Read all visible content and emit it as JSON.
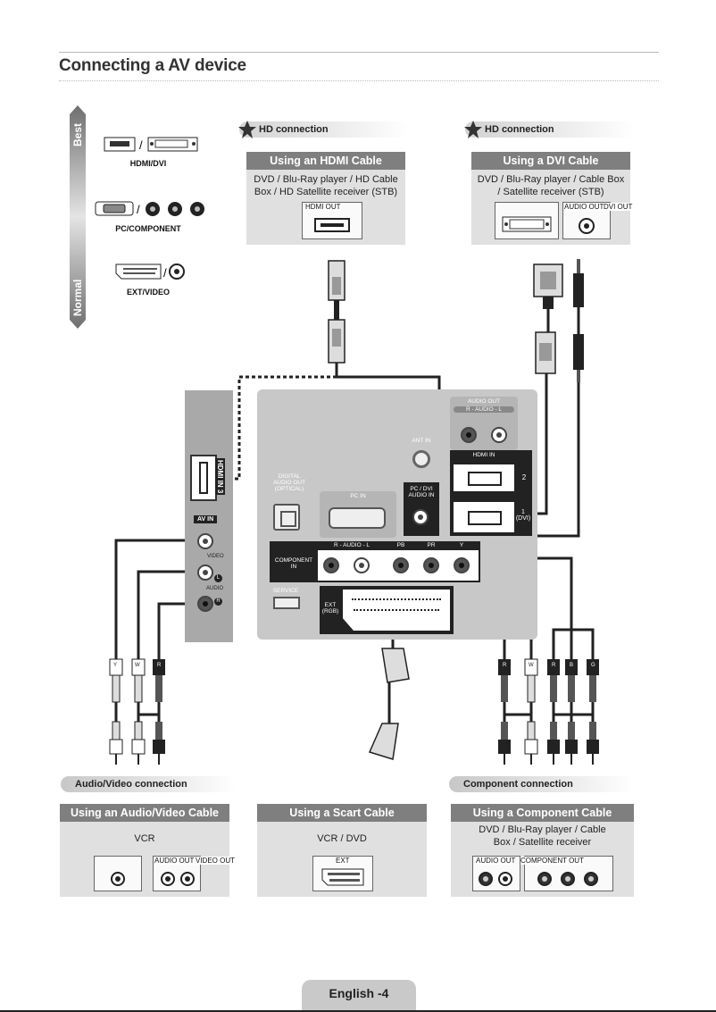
{
  "page": {
    "title": "Connecting a AV device",
    "footer": "English -4"
  },
  "scale": {
    "best": "Best",
    "normal": "Normal",
    "rows": [
      {
        "label": "HDMI/DVI"
      },
      {
        "label": "PC/COMPONENT"
      },
      {
        "label": "EXT/VIDEO"
      }
    ]
  },
  "hdmi_panel": {
    "tag": "HD connection",
    "heading": "Using an HDMI Cable",
    "line1": "DVD / Blu-Ray player / HD Cable",
    "line2": "Box / HD Satellite receiver (STB)",
    "port": "HDMI OUT"
  },
  "dvi_panel": {
    "tag": "HD connection",
    "heading": "Using a DVI Cable",
    "line1": "DVD / Blu-Ray player / Cable Box",
    "line2": "/ Satellite receiver (STB)",
    "port_audio": "AUDIO OUT",
    "port_dvi": "DVI OUT"
  },
  "tv": {
    "hdmi3": "HDMI IN 3",
    "av_in": "AV IN",
    "video": "VIDEO",
    "audio": "AUDIO",
    "l": "L",
    "r": "R",
    "audio_out": "AUDIO OUT",
    "audio_lr": "R - AUDIO - L",
    "ant_in": "ANT IN",
    "hdmi_in": "HDMI IN",
    "digital_audio": "DIGITAL AUDIO OUT (OPTICAL)",
    "pc_in": "PC IN",
    "pc_dvi_audio": "PC / DVI AUDIO IN",
    "hdmi_2": "2",
    "hdmi_1": "1 (DVI)",
    "component_in": "COMPONENT IN",
    "comp_audio": "R - AUDIO - L",
    "pb": "PB",
    "pr": "PR",
    "y": "Y",
    "service": "SERVICE",
    "ext": "EXT (RGB)"
  },
  "plugs": {
    "left": [
      "Y",
      "W",
      "R"
    ],
    "right_audio": [
      "R",
      "W"
    ],
    "right_comp": [
      "R",
      "B",
      "G"
    ]
  },
  "av_tag": "Audio/Video connection",
  "comp_tag": "Component connection",
  "av_panel": {
    "heading": "Using an Audio/Video Cable",
    "device": "VCR",
    "port_audio": "AUDIO OUT",
    "port_video": "VIDEO OUT"
  },
  "scart_panel": {
    "heading": "Using a Scart Cable",
    "device": "VCR / DVD",
    "port": "EXT"
  },
  "comp_panel": {
    "heading": "Using a Component Cable",
    "line1": "DVD / Blu-Ray player / Cable",
    "line2": "Box / Satellite receiver",
    "port_audio": "AUDIO OUT",
    "port_comp": "COMPONENT OUT"
  }
}
